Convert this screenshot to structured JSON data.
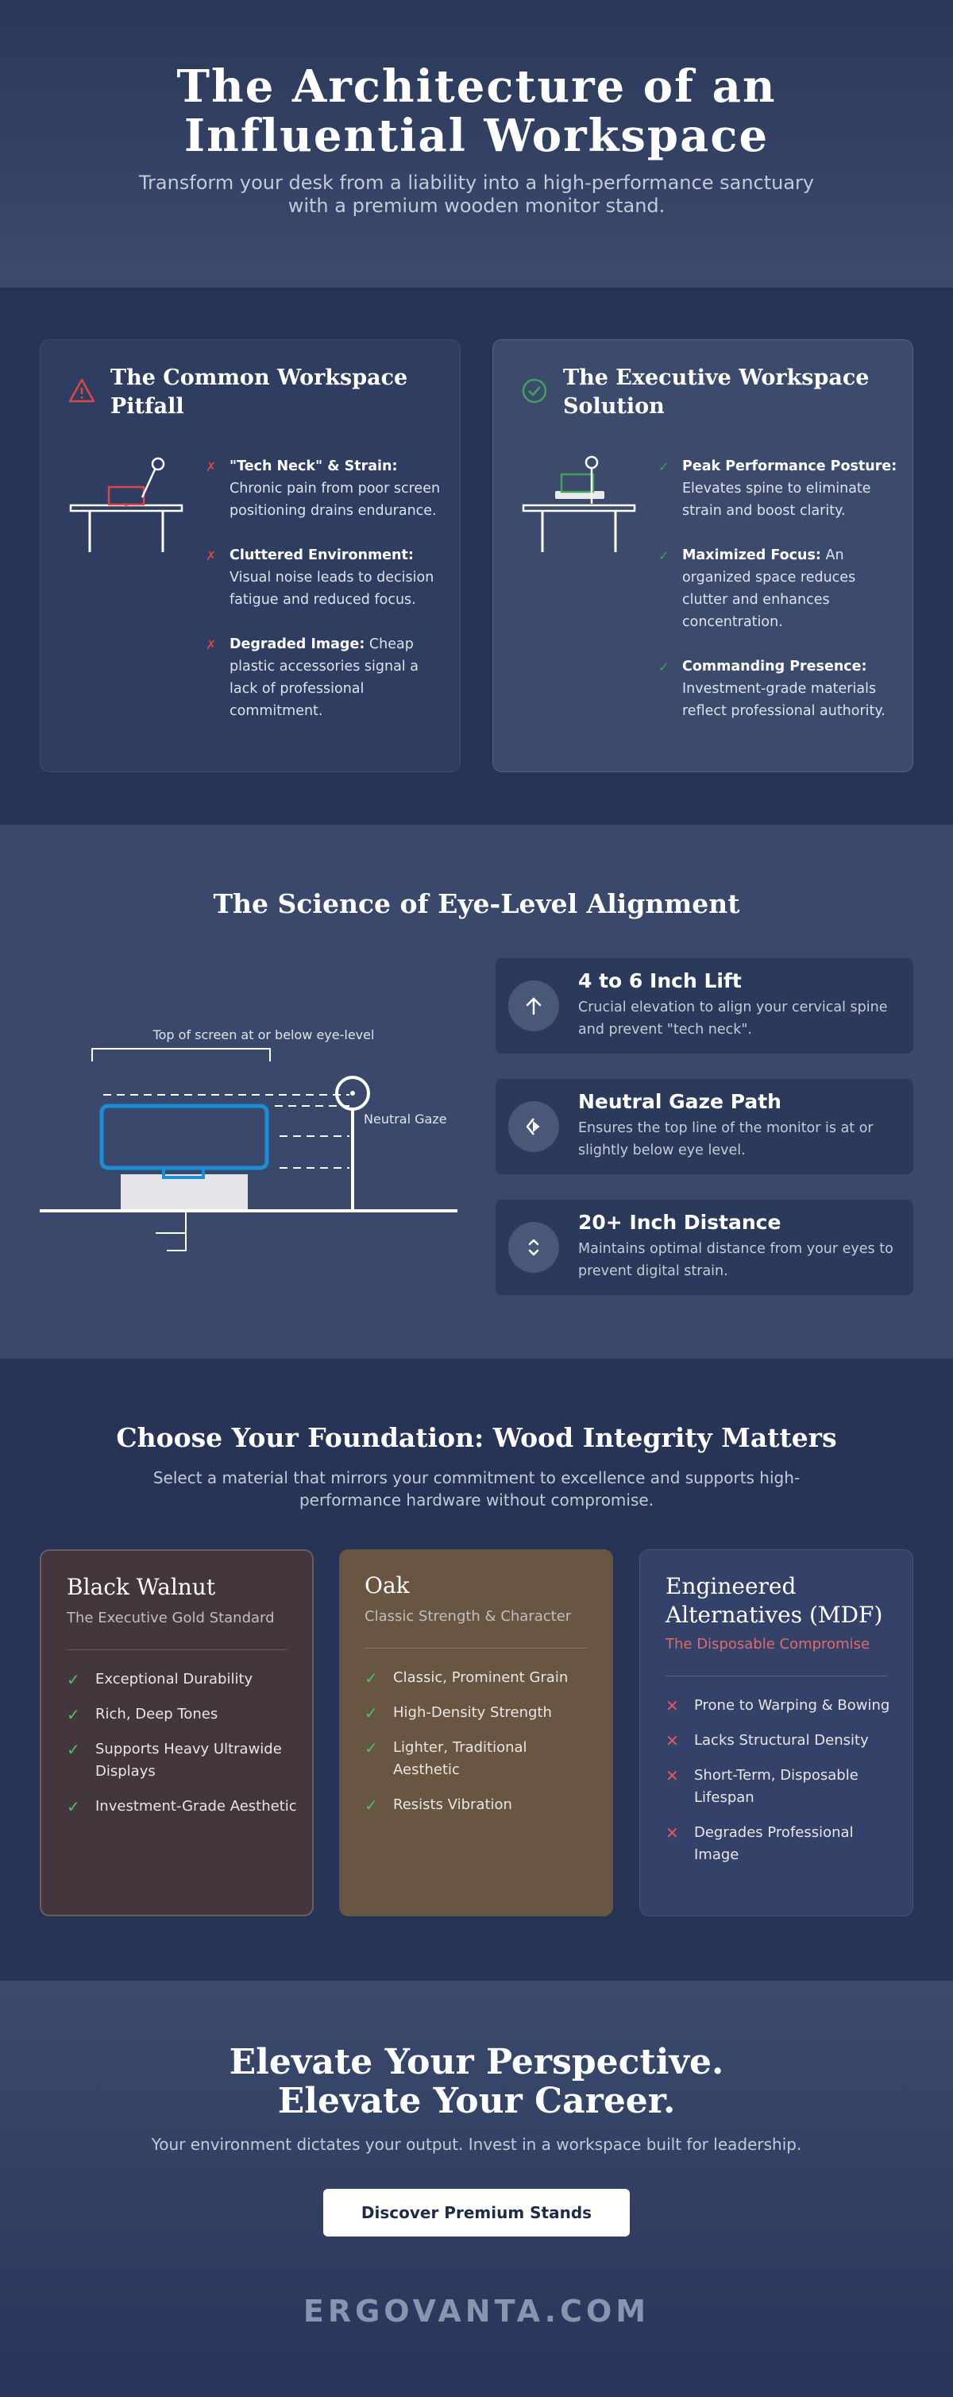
{
  "hero": {
    "title": "The Architecture of an Influential Workspace",
    "subtitle": "Transform your desk from a liability into a high-performance sanctuary with a premium wooden monitor stand."
  },
  "pitfall": {
    "title": "The Common Workspace Pitfall",
    "icon": "warning-icon",
    "items": [
      {
        "strong": "\"Tech Neck\" & Strain:",
        "text": "Chronic pain from poor screen positioning drains endurance."
      },
      {
        "strong": "Cluttered Environment:",
        "text": "Visual noise leads to decision fatigue and reduced focus."
      },
      {
        "strong": "Degraded Image:",
        "text": "Cheap plastic accessories signal a lack of professional commitment."
      }
    ]
  },
  "solution": {
    "title": "The Executive Workspace Solution",
    "icon": "check-circle-icon",
    "items": [
      {
        "strong": "Peak Performance Posture:",
        "text": "Elevates spine to eliminate strain and boost clarity."
      },
      {
        "strong": "Maximized Focus:",
        "text": "An organized space reduces clutter and enhances concentration."
      },
      {
        "strong": "Commanding Presence:",
        "text": "Investment-grade materials reflect professional authority."
      }
    ]
  },
  "science": {
    "title": "The Science of Eye-Level Alignment",
    "diagram": {
      "top_label": "Top of screen at or below eye-level",
      "gaze_label": "Neutral Gaze"
    },
    "features": [
      {
        "icon": "arrow-up-icon",
        "title": "4 to 6 Inch Lift",
        "desc": "Crucial elevation to align your cervical spine and prevent \"tech neck\"."
      },
      {
        "icon": "eye-icon",
        "title": "Neutral Gaze Path",
        "desc": "Ensures the top line of the monitor is at or slightly below eye level."
      },
      {
        "icon": "distance-icon",
        "title": "20+ Inch Distance",
        "desc": "Maintains optimal distance from your eyes to prevent digital strain."
      }
    ]
  },
  "materials": {
    "title": "Choose Your Foundation: Wood Integrity Matters",
    "subtitle": "Select a material that mirrors your commitment to excellence and supports high-performance hardware without compromise.",
    "cards": [
      {
        "name": "Black Walnut",
        "tagline": "The Executive Gold Standard",
        "tagline_color": "#bdb6b4",
        "points": [
          "Exceptional Durability",
          "Rich, Deep Tones",
          "Supports Heavy Ultrawide Displays",
          "Investment-Grade Aesthetic"
        ]
      },
      {
        "name": "Oak",
        "tagline": "Classic Strength & Character",
        "tagline_color": "#cbbfae",
        "points": [
          "Classic, Prominent Grain",
          "High-Density Strength",
          "Lighter, Traditional Aesthetic",
          "Resists Vibration"
        ]
      },
      {
        "name": "Engineered Alternatives (MDF)",
        "tagline": "The Disposable Compromise",
        "tagline_color": "#e06a6a",
        "points": [
          "Prone to Warping & Bowing",
          "Lacks Structural Density",
          "Short-Term, Disposable Lifespan",
          "Degrades Professional Image"
        ]
      }
    ]
  },
  "cta": {
    "title_line1": "Elevate Your Perspective.",
    "title_line2": "Elevate Your Career.",
    "subtitle": "Your environment dictates your output. Invest in a workspace built for leadership.",
    "button": "Discover Premium Stands",
    "brand": "ERGOVANTA.COM"
  },
  "colors": {
    "accent_blue": "#1a8fd8",
    "warning_red": "#d9474c",
    "ok_green": "#3fa35a"
  }
}
